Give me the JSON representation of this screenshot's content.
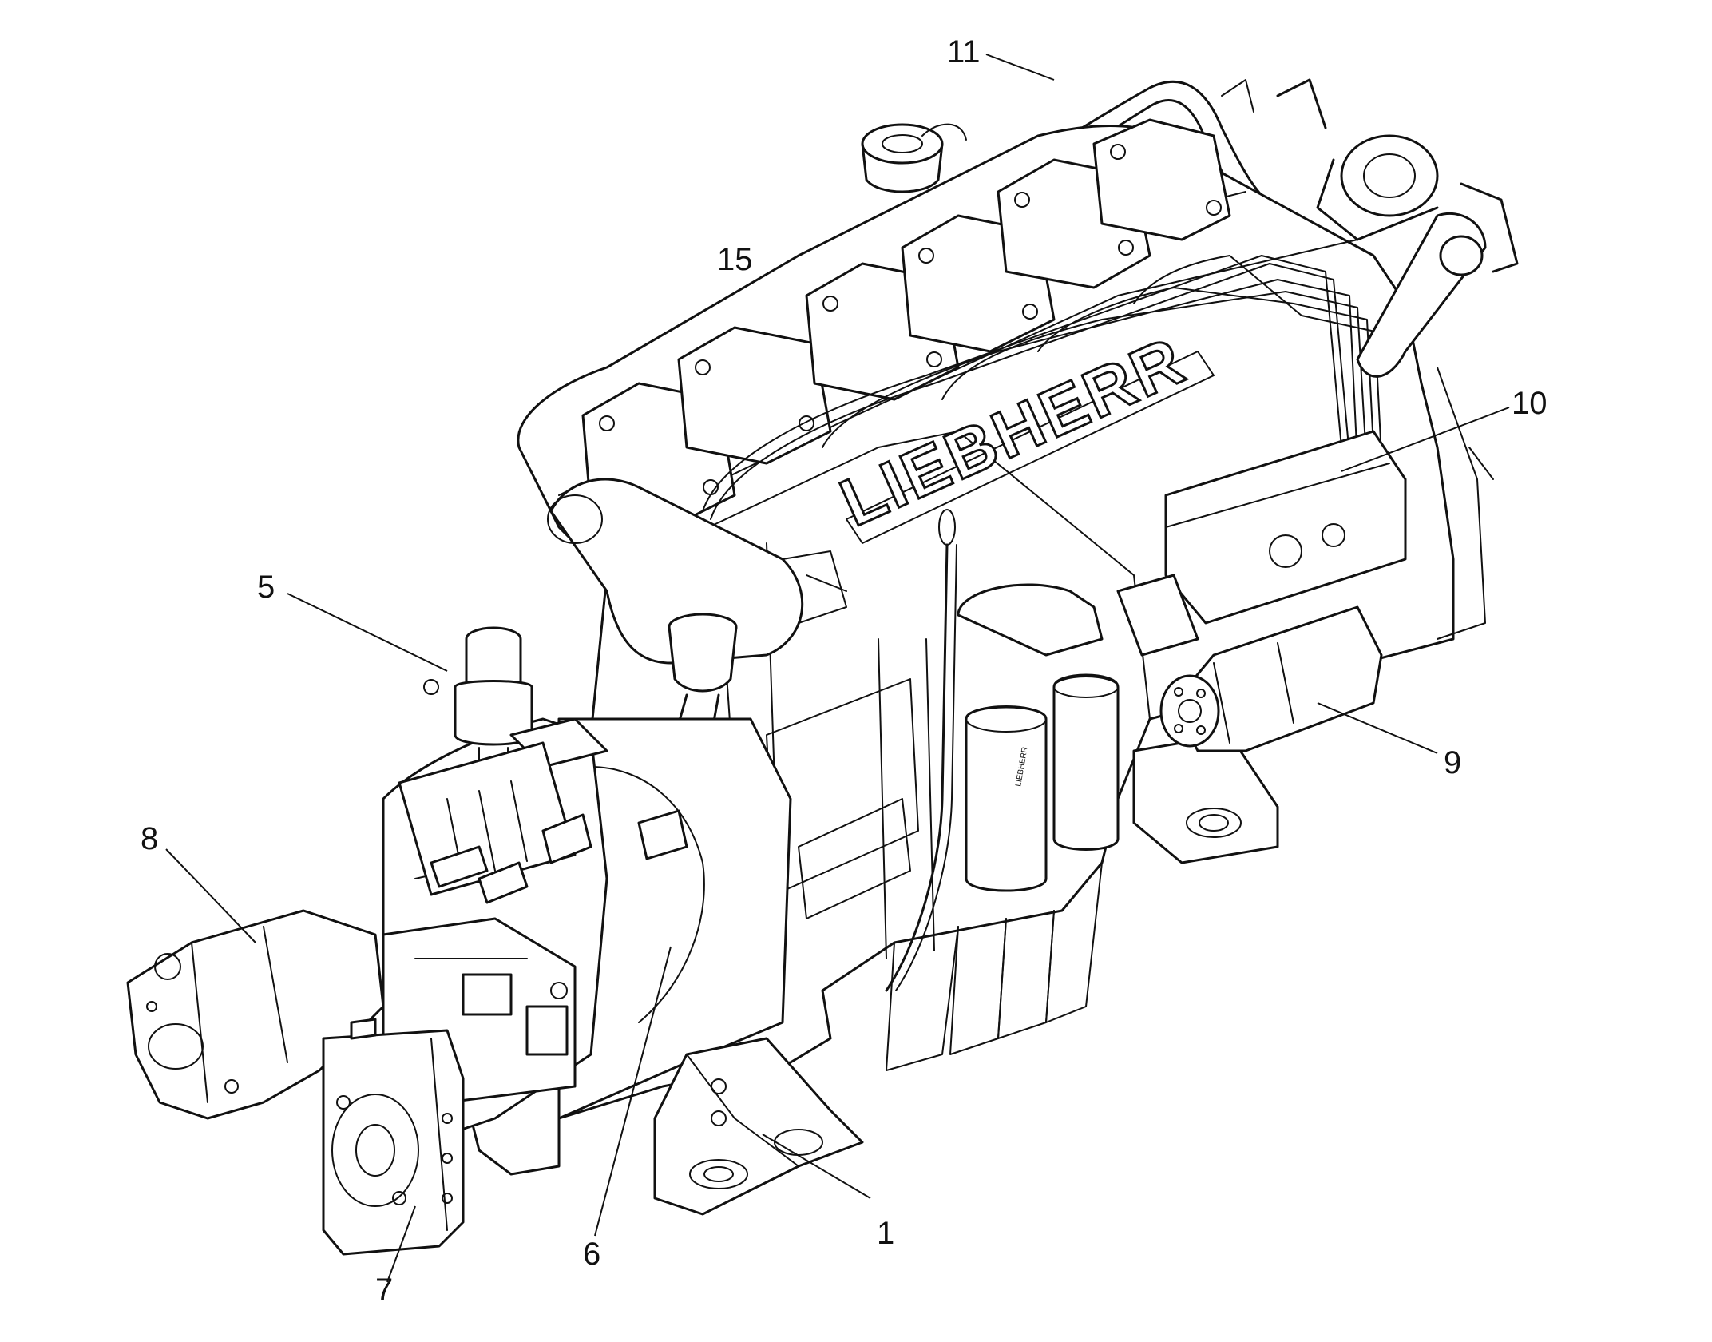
{
  "figure": {
    "brand_text": "LIEBHERR",
    "filter_brand_text": "LIEBHERR",
    "callouts": [
      {
        "id": "1",
        "text": "1"
      },
      {
        "id": "5",
        "text": "5"
      },
      {
        "id": "6",
        "text": "6"
      },
      {
        "id": "7",
        "text": "7"
      },
      {
        "id": "8",
        "text": "8"
      },
      {
        "id": "9",
        "text": "9"
      },
      {
        "id": "10",
        "text": "10"
      },
      {
        "id": "11",
        "text": "11"
      },
      {
        "id": "15",
        "text": "15"
      }
    ]
  }
}
